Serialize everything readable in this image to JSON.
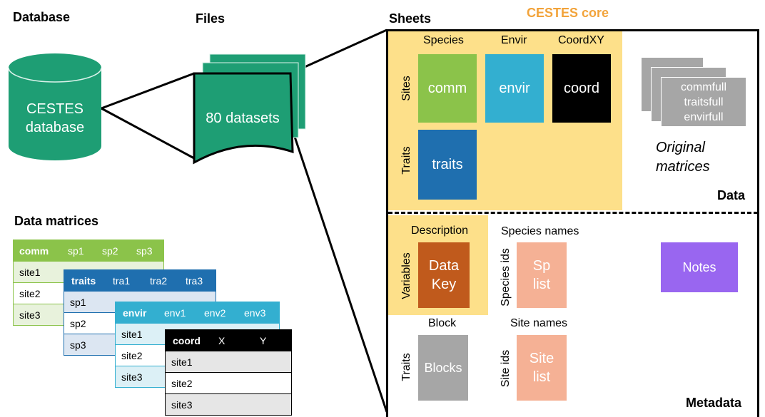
{
  "headers": {
    "database": "Database",
    "files": "Files",
    "sheets": "Sheets",
    "cestes_core": "CESTES core",
    "data_matrices": "Data matrices"
  },
  "database": {
    "line1": "CESTES",
    "line2": "database"
  },
  "files": {
    "label": "80 datasets"
  },
  "core": {
    "col_species": "Species",
    "col_envir": "Envir",
    "col_coord": "CoordXY",
    "row_sites": "Sites",
    "row_traits": "Traits",
    "comm": "comm",
    "envir": "envir",
    "coord": "coord",
    "traits": "traits"
  },
  "original": {
    "file1": "commfull",
    "file2": "traitsfull",
    "file3": "envirfull",
    "caption_line1": "Original",
    "caption_line2": "matrices"
  },
  "section_data": "Data",
  "section_metadata": "Metadata",
  "metadata": {
    "description": "Description",
    "variables": "Variables",
    "datakey_line1": "Data",
    "datakey_line2": "Key",
    "species_names": "Species names",
    "species_ids": "Species ids",
    "splist_line1": "Sp",
    "splist_line2": "list",
    "notes": "Notes",
    "block": "Block",
    "traits": "Traits",
    "blocks": "Blocks",
    "site_names": "Site names",
    "site_ids": "Site ids",
    "sitelist_line1": "Site",
    "sitelist_line2": "list"
  },
  "matrices": {
    "comm": {
      "header": [
        "comm",
        "sp1",
        "sp2",
        "sp3"
      ],
      "rows": [
        "site1",
        "site2",
        "site3"
      ]
    },
    "traits": {
      "header": [
        "traits",
        "tra1",
        "tra2",
        "tra3"
      ],
      "rows": [
        "sp1",
        "sp2",
        "sp3"
      ]
    },
    "envir": {
      "header": [
        "envir",
        "env1",
        "env2",
        "env3"
      ],
      "rows": [
        "site1",
        "site2",
        "site3"
      ]
    },
    "coord": {
      "header": [
        "coord",
        "X",
        "Y"
      ],
      "rows": [
        "site1",
        "site2",
        "site3"
      ]
    }
  },
  "colors": {
    "teal": "#1e9e74",
    "core_yellow": "#fde08a",
    "core_title": "#f2a33a",
    "comm_green": "#8bc34a",
    "envir_cyan": "#33afd0",
    "traits_blue": "#1f6faf",
    "datakey_brown": "#c05a1c",
    "salmon": "#f5b195",
    "notes_purple": "#9966f0",
    "gray_box": "#a6a6a6"
  }
}
